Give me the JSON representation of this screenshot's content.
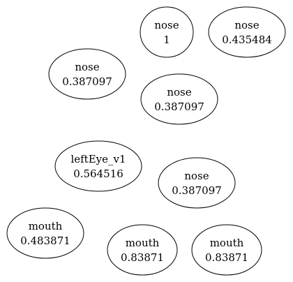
{
  "nodes": [
    {
      "label": "nose",
      "value": "1"
    },
    {
      "label": "nose",
      "value": "0.435484"
    },
    {
      "label": "nose",
      "value": "0.387097"
    },
    {
      "label": "nose",
      "value": "0.387097"
    },
    {
      "label": "leftEye_v1",
      "value": "0.564516"
    },
    {
      "label": "nose",
      "value": "0.387097"
    },
    {
      "label": "mouth",
      "value": "0.483871"
    },
    {
      "label": "mouth",
      "value": "0.83871"
    },
    {
      "label": "mouth",
      "value": "0.83871"
    }
  ]
}
